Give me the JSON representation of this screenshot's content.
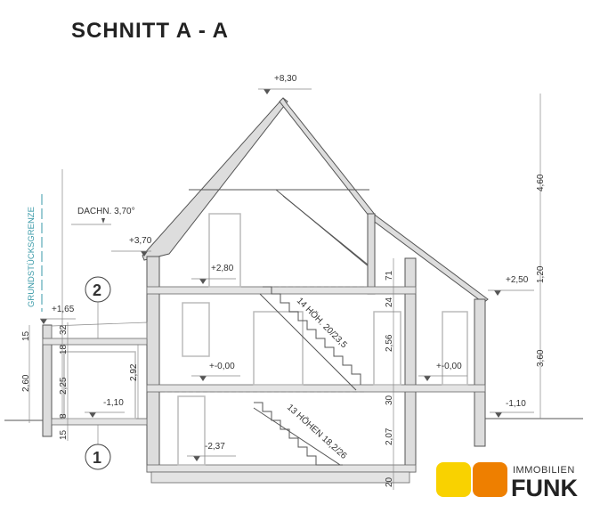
{
  "title": "SCHNITT  A  -  A",
  "levels": {
    "ridge": "+8,30",
    "eave_left": "+3,70",
    "roof_pitch": "DACHN. 3,70°",
    "upper_floor": "+2,80",
    "garage_roof": "+1,65",
    "eave_right": "+2,50",
    "ground_floor": "+-0,00",
    "ground_floor_right": "+-0,00",
    "terrain_left": "-1,10",
    "terrain_right": "-1,10",
    "basement": "-2,37"
  },
  "property_line": "GRUNDSTÜCKSGRENZE",
  "stairs": {
    "upper": "14 HÖH. 20/23,5",
    "lower": "13 HÖHEN 18,2/26"
  },
  "dimensions": {
    "right": [
      "4,60",
      "1,20",
      "3,60"
    ],
    "middle": [
      "71",
      "24",
      "2,56",
      "30",
      "2,07",
      "20"
    ],
    "left_outer": [
      "15",
      "2,60"
    ],
    "left_inner": [
      "32",
      "18",
      "2,25",
      "8",
      "15"
    ],
    "garage_height": "2,92"
  },
  "markers": [
    "2",
    "1"
  ],
  "logo": {
    "line1": "IMMOBILIEN",
    "line2": "FUNK",
    "color_yellow": "#F9D200",
    "color_orange": "#EE7F00"
  }
}
